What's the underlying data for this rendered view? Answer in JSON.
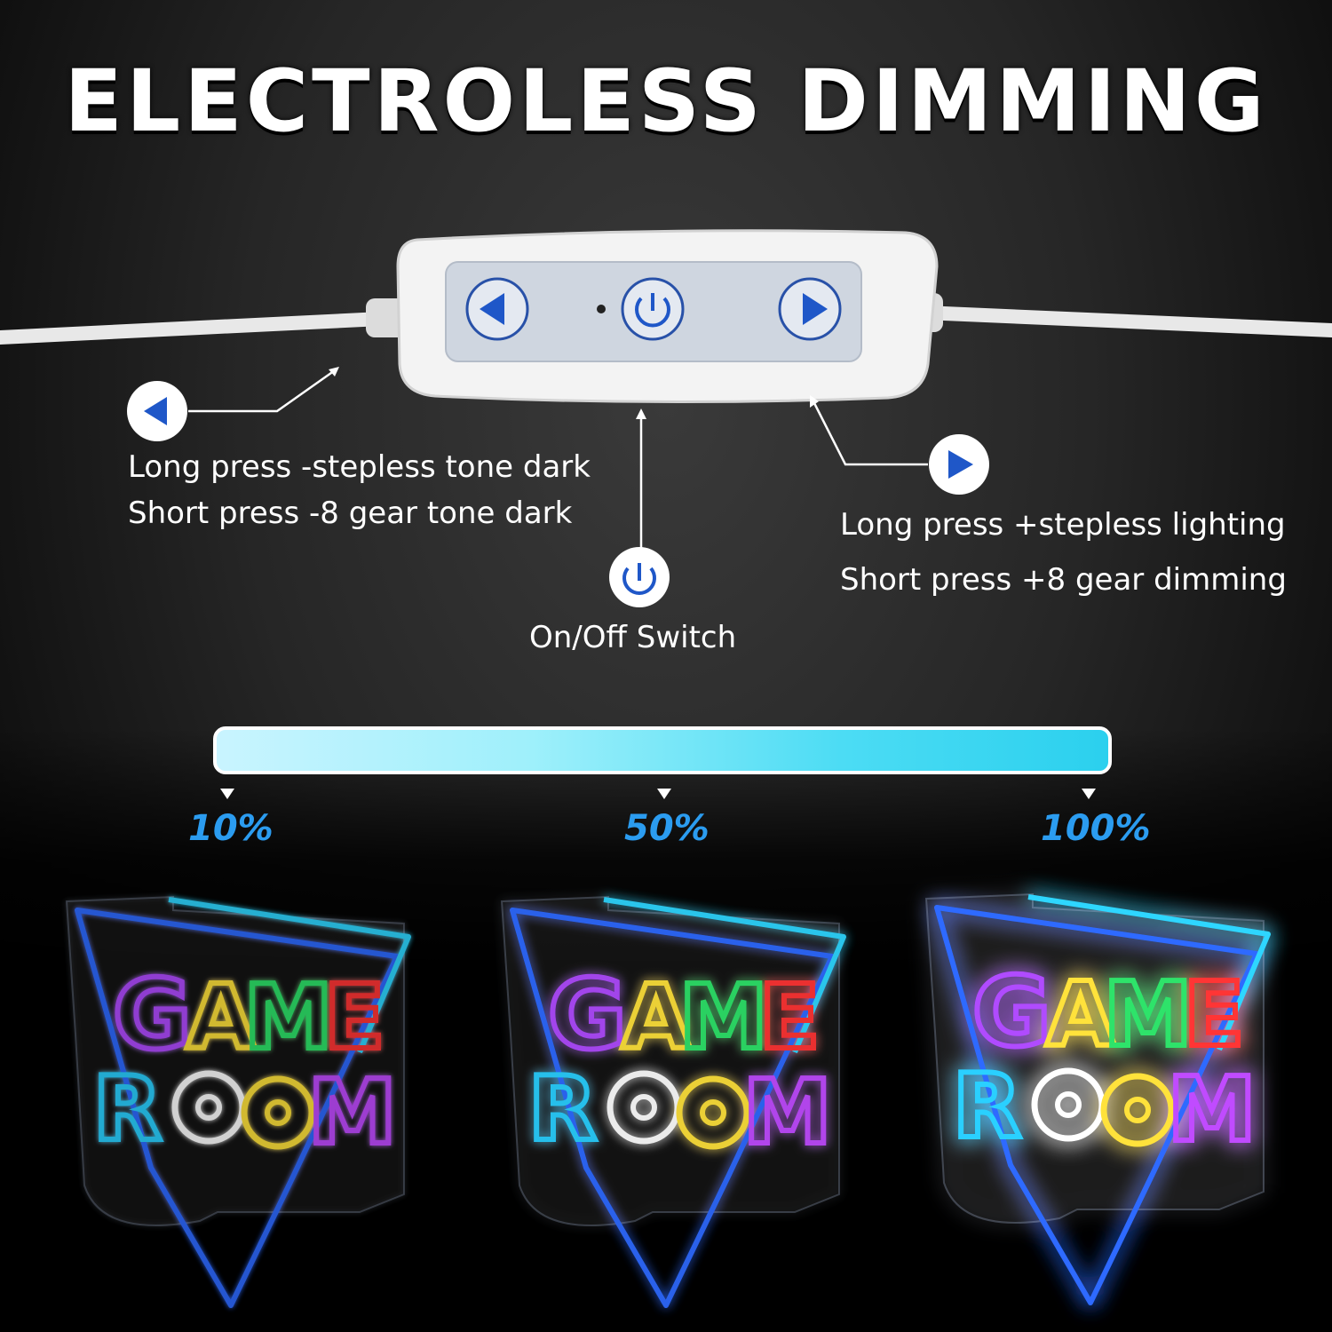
{
  "title": "ELECTROLESS DIMMING",
  "left_button": {
    "icon": "triangle-left-icon",
    "long_press": "Long press -stepless tone dark",
    "short_press": "Short press -8 gear tone dark"
  },
  "power_button": {
    "icon": "power-icon",
    "label": "On/Off Switch"
  },
  "right_button": {
    "icon": "triangle-right-icon",
    "long_press": "Long press +stepless lighting",
    "short_press": "Short press +8 gear dimming"
  },
  "brightness_levels": [
    "10%",
    "50%",
    "100%"
  ],
  "sign_text": {
    "line1": "GAME",
    "line2": "ROOM"
  },
  "colors": {
    "accent_blue": "#1f57c8",
    "percent_blue": "#2b9cf0",
    "bar_light": "#c9f4ff",
    "bar_dark": "#2bd0ee"
  }
}
